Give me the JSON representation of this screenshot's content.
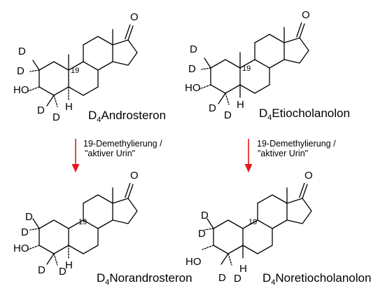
{
  "diagram": {
    "compounds": [
      {
        "id": "androsteron",
        "name_prefix": "D",
        "name_subscript": "4",
        "name_main": "Androsteron",
        "atoms": {
          "oxygen": "O",
          "hydroxyl": "HO",
          "hydrogen": "H",
          "deuterium": "D",
          "position_number": "19"
        }
      },
      {
        "id": "etiocholanolon",
        "name_prefix": "D",
        "name_subscript": "4",
        "name_main": "Etiocholanolon",
        "atoms": {
          "oxygen": "O",
          "hydroxyl": "HO",
          "hydrogen": "H",
          "deuterium": "D",
          "position_number": "19"
        }
      },
      {
        "id": "norandrosteron",
        "name_prefix": "D",
        "name_subscript": "4",
        "name_main": "Norandrosteron",
        "atoms": {
          "oxygen": "O",
          "hydroxyl": "HO",
          "hydrogen": "H",
          "deuterium": "D",
          "position_number": "19"
        }
      },
      {
        "id": "noretiocholanolon",
        "name_prefix": "D",
        "name_subscript": "4",
        "name_main": "Noretiocholanolon",
        "atoms": {
          "oxygen": "O",
          "hydroxyl": "HO",
          "hydrogen": "H",
          "deuterium": "D",
          "position_number": "19"
        }
      }
    ],
    "transformations": [
      {
        "from": "androsteron",
        "to": "norandrosteron",
        "line1": "19-Demethylierung /",
        "line2": "\"aktiver Urin\""
      },
      {
        "from": "etiocholanolon",
        "to": "noretiocholanolon",
        "line1": "19-Demethylierung /",
        "line2": "\"aktiver Urin\""
      }
    ],
    "colors": {
      "arrow": "#e8151b",
      "bonds": "#000000",
      "background": "#ffffff"
    }
  }
}
